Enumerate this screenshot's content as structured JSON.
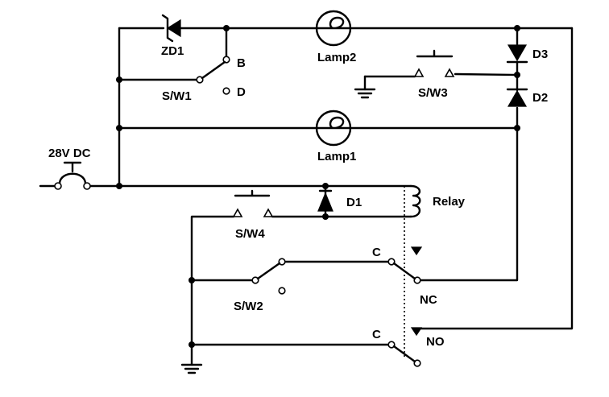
{
  "labels": {
    "zd1": "ZD1",
    "lamp2": "Lamp2",
    "lamp1": "Lamp1",
    "d3": "D3",
    "d2": "D2",
    "d1": "D1",
    "sw1": "S/W1",
    "sw1_b": "B",
    "sw1_d": "D",
    "sw2": "S/W2",
    "sw3": "S/W3",
    "sw4": "S/W4",
    "power": "28V DC",
    "relay": "Relay",
    "c_upper": "C",
    "c_lower": "C",
    "nc": "NC",
    "no": "NO"
  }
}
